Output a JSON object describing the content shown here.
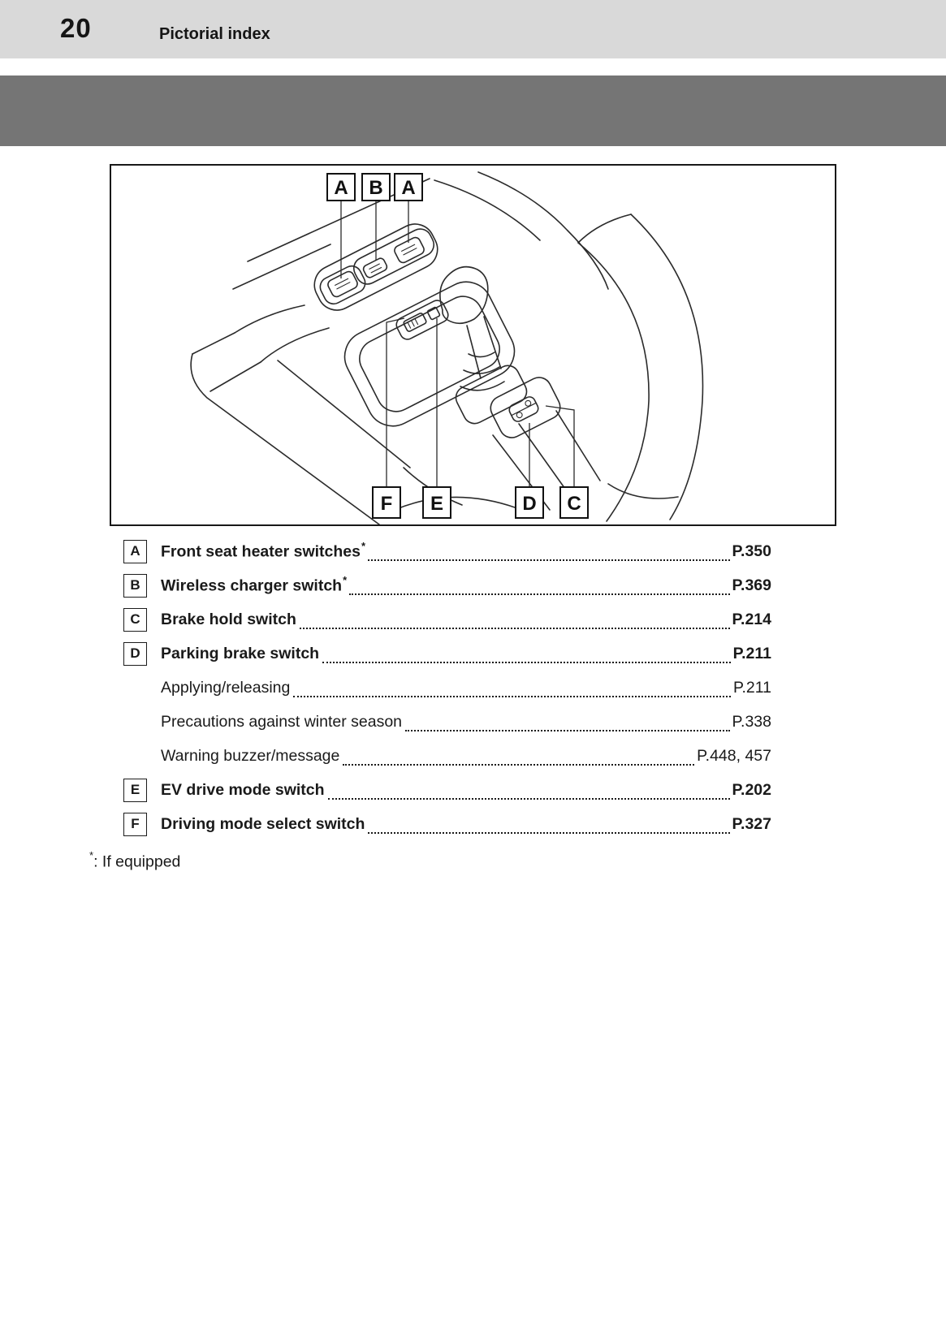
{
  "page_header": {
    "page_number": "20",
    "section_title": "Pictorial index"
  },
  "diagram": {
    "top_labels": [
      {
        "letter": "A"
      },
      {
        "letter": "B"
      },
      {
        "letter": "A"
      }
    ],
    "bottom_labels": [
      {
        "letter": "F"
      },
      {
        "letter": "E"
      },
      {
        "letter": "D"
      },
      {
        "letter": "C"
      }
    ]
  },
  "index_list": {
    "items": [
      {
        "label": "A",
        "title": "Front seat heater switches",
        "star": "*",
        "page": "P.350"
      },
      {
        "label": "B",
        "title": "Wireless charger switch",
        "star": "*",
        "page": "P.369"
      },
      {
        "label": "C",
        "title": "Brake hold switch",
        "page": "P.214"
      },
      {
        "label": "D",
        "title": "Parking brake switch",
        "page": "P.211"
      },
      {
        "title": "Applying/releasing",
        "page": "P.211"
      },
      {
        "title": "Precautions against winter season",
        "page": "P.338"
      },
      {
        "title": "Warning buzzer/message",
        "page": "P.448, 457"
      },
      {
        "label": "E",
        "title": "EV drive mode switch",
        "page": "P.202"
      },
      {
        "label": "F",
        "title": "Driving mode select switch",
        "page": "P.327"
      }
    ],
    "footnote": {
      "symbol": "*",
      "text": ": If equipped"
    }
  },
  "colors": {
    "header_bar": "#d9d9d9",
    "gray_band": "#757575",
    "line_art": "#2b2b2b"
  }
}
